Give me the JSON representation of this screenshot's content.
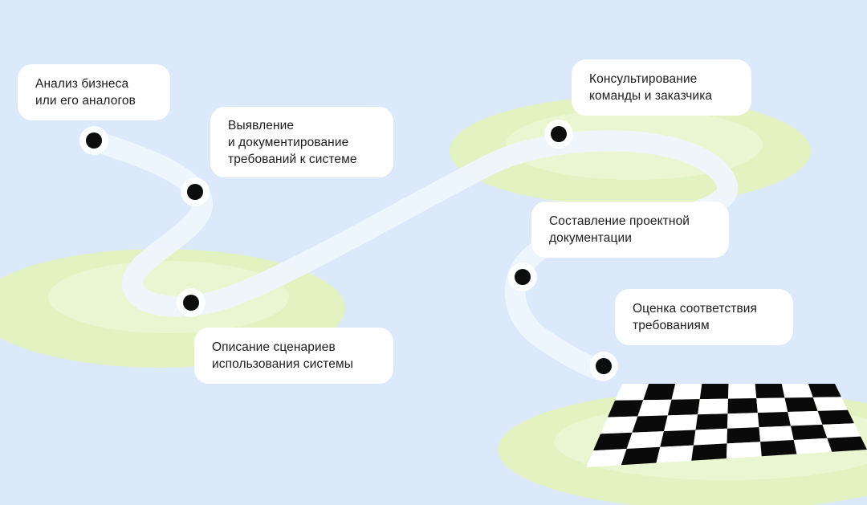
{
  "steps": [
    {
      "label": "Анализ бизнеса\nили его аналогов"
    },
    {
      "label": "Выявление\nи документирование\nтребований к системе"
    },
    {
      "label": "Описание сценариев\nиспользования системы"
    },
    {
      "label": "Консультирование\nкоманды и заказчика"
    },
    {
      "label": "Составление проектной\nдокументации"
    },
    {
      "label": "Оценка соответствия\nтребованиям"
    }
  ],
  "colors": {
    "background": "#dbe9fb",
    "ellipse_outer": "#e4f3c4",
    "ellipse_inner": "#ebf6d3",
    "path": "#eef5fd",
    "card": "#ffffff",
    "marker": "#0d0d0d",
    "checker_dark": "#0a0a0a",
    "checker_light": "#ffffff"
  }
}
